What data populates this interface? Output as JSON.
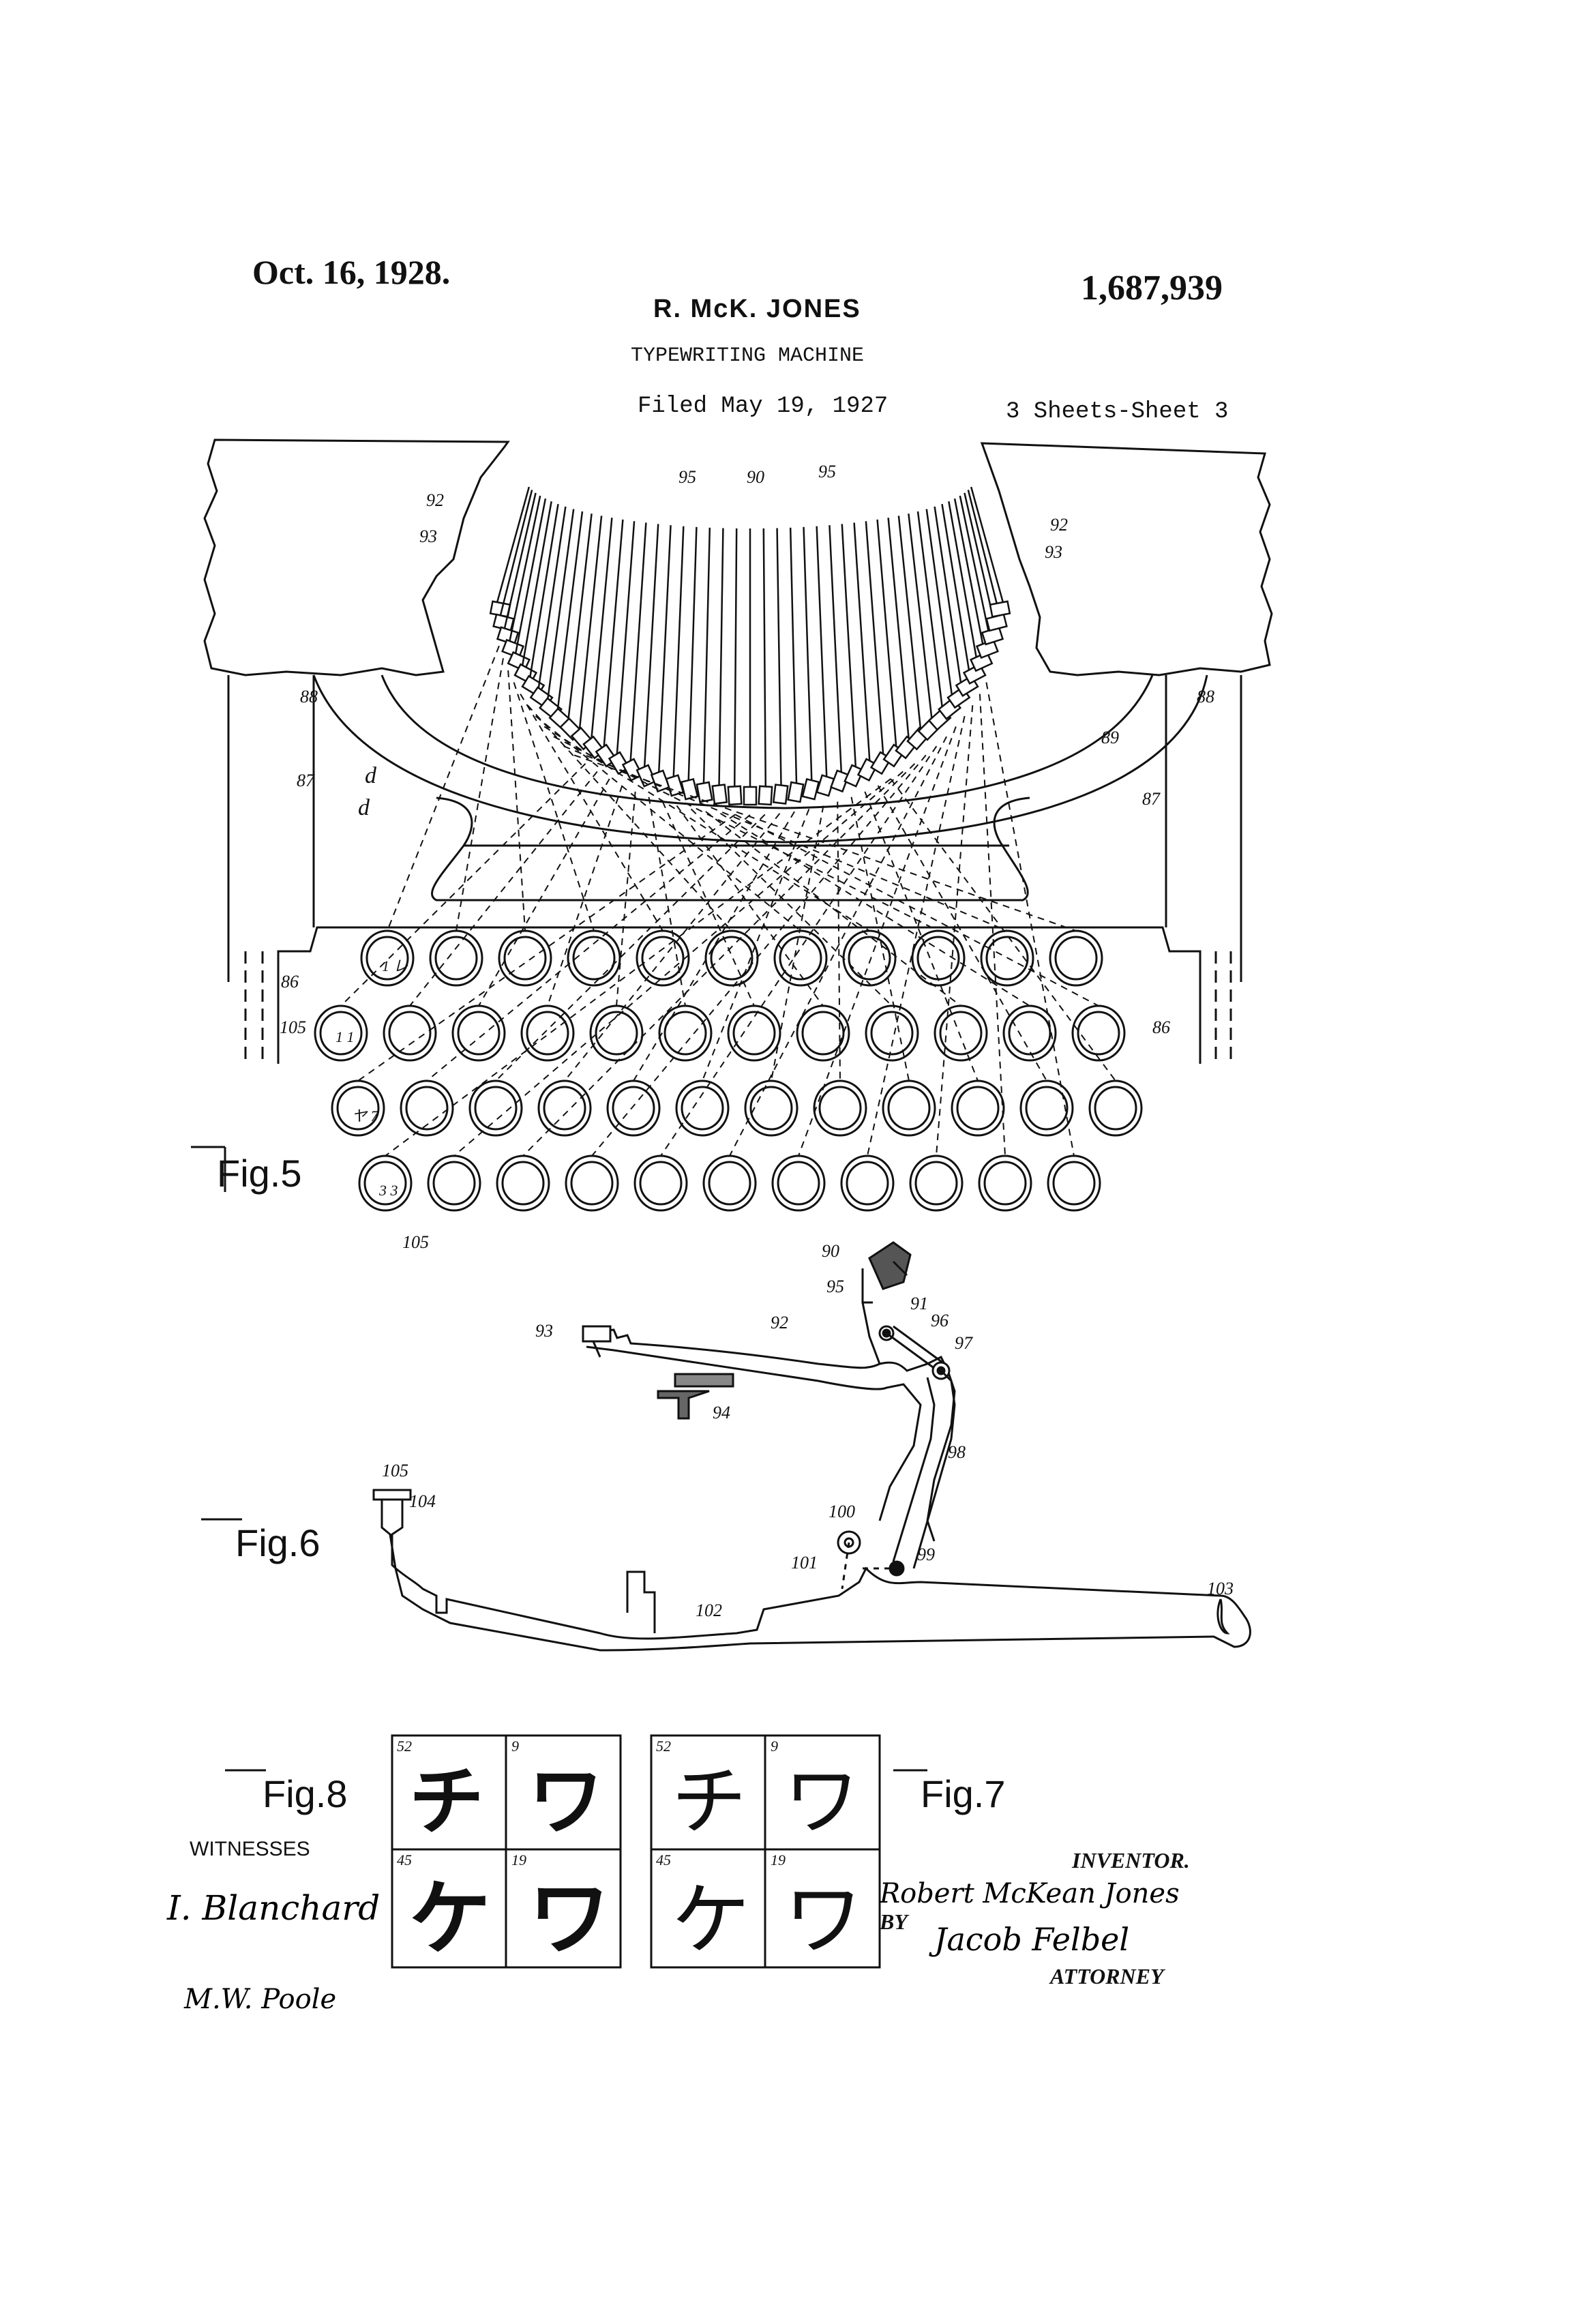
{
  "header": {
    "date": "Oct. 16, 1928.",
    "patent_number": "1,687,939",
    "inventor": "R. McK. JONES",
    "title": "TYPEWRITING MACHINE",
    "filed": "Filed May 19, 1927",
    "sheets": "3 Sheets-Sheet 3"
  },
  "figures": {
    "fig5": "Fig.5",
    "fig6": "Fig.6",
    "fig7": "Fig.7",
    "fig8": "Fig.8"
  },
  "ref_numerals": {
    "n95": "95",
    "n90": "90",
    "n95b": "95",
    "n92": "92",
    "n93": "93",
    "n92b": "92",
    "n93b": "93",
    "n88": "88",
    "n88b": "88",
    "n89": "89",
    "n87": "87",
    "n87b": "87",
    "d1": "d",
    "d2": "d",
    "n86": "86",
    "n86b": "86",
    "n105": "105",
    "n105b": "105",
    "f6_90": "90",
    "f6_95": "95",
    "f6_91": "91",
    "f6_96": "96",
    "f6_97": "97",
    "f6_93": "93",
    "f6_92": "92",
    "f6_94": "94",
    "f6_98": "98",
    "f6_105": "105",
    "f6_104": "104",
    "f6_100": "100",
    "f6_101": "101",
    "f6_99": "99",
    "f6_102": "102",
    "f6_103": "103"
  },
  "type_cells": {
    "fig8": [
      {
        "num": "52",
        "char": "チ"
      },
      {
        "num": "9",
        "char": "ワ"
      },
      {
        "num": "45",
        "char": "ケ"
      },
      {
        "num": "19",
        "char": "ワ"
      }
    ],
    "fig7": [
      {
        "num": "52",
        "char": "チ"
      },
      {
        "num": "9",
        "char": "ワ"
      },
      {
        "num": "45",
        "char": "ケ"
      },
      {
        "num": "19",
        "char": "ワ"
      }
    ]
  },
  "key_marks": {
    "row1_first": "1 レ",
    "row2_first": "1 1",
    "row3_first": "ヤ 7",
    "row4_first": "3 3"
  },
  "signatures": {
    "witnesses_label": "WITNESSES",
    "witness1": "I. Blanchard",
    "witness2": "M.W. Poole",
    "inventor_label": "INVENTOR.",
    "inventor_signature": "Robert McKean Jones",
    "by_label": "BY",
    "attorney_signature": "Jacob Felbel",
    "attorney_label": "ATTORNEY"
  }
}
